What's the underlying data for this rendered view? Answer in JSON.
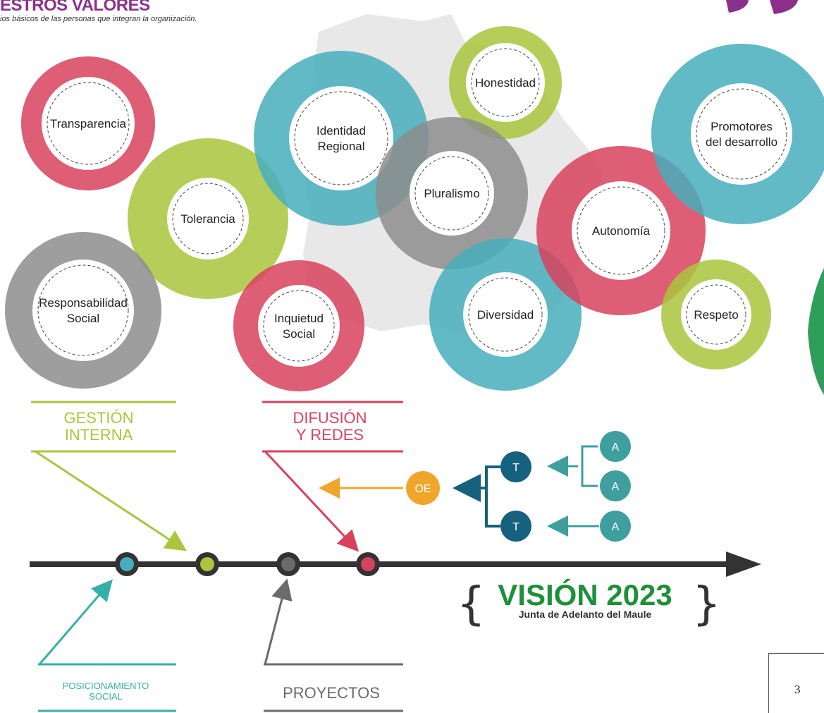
{
  "header": {
    "title": "ESTROS VALORES",
    "subtitle": "ios básicos de las personas que integran la organización."
  },
  "values": [
    {
      "lines": [
        "Transparencia"
      ],
      "color": "#d8425e"
    },
    {
      "lines": [
        "Tolerancia"
      ],
      "color": "#a9c63c"
    },
    {
      "lines": [
        "Responsabilidad",
        "Social"
      ],
      "color": "#8d8d8d"
    },
    {
      "lines": [
        "Identidad",
        "Regional"
      ],
      "color": "#46aebc"
    },
    {
      "lines": [
        "Inquietud",
        "Social"
      ],
      "color": "#d8425e"
    },
    {
      "lines": [
        "Honestidad"
      ],
      "color": "#a9c63c"
    },
    {
      "lines": [
        "Pluralismo"
      ],
      "color": "#8d8d8d"
    },
    {
      "lines": [
        "Diversidad"
      ],
      "color": "#46aebc"
    },
    {
      "lines": [
        "Autonomía"
      ],
      "color": "#d8425e"
    },
    {
      "lines": [
        "Promotores",
        "del desarrollo"
      ],
      "color": "#46aebc"
    },
    {
      "lines": [
        "Respeto"
      ],
      "color": "#a9c63c"
    }
  ],
  "axes": [
    {
      "lines": [
        "GESTIÓN",
        "INTERNA"
      ],
      "color": "#a9c63c"
    },
    {
      "lines": [
        "DIFUSIÓN",
        "Y REDES"
      ],
      "color": "#d8425e"
    },
    {
      "lines": [
        "POSICIONAMIENTO",
        "SOCIAL"
      ],
      "color": "#35b0a9"
    },
    {
      "lines": [
        "PROYECTOS"
      ],
      "color": "#6b6b6b"
    }
  ],
  "tree": {
    "root": "OE",
    "tasks": [
      "T",
      "T"
    ],
    "actions": [
      "A",
      "A",
      "A"
    ],
    "colors": {
      "root": "#f0a62c",
      "task": "#15617e",
      "action": "#3f9e9e"
    }
  },
  "vision": {
    "title": "VISIÓN 2023",
    "subtitle": "Junta de Adelanto del Maule",
    "color": "#1f8f3a"
  },
  "timeline_colors": {
    "line": "#333333",
    "dots": [
      "#46aebc",
      "#a9c63c",
      "#6b6b6b",
      "#d8425e"
    ]
  },
  "page_number": "3"
}
